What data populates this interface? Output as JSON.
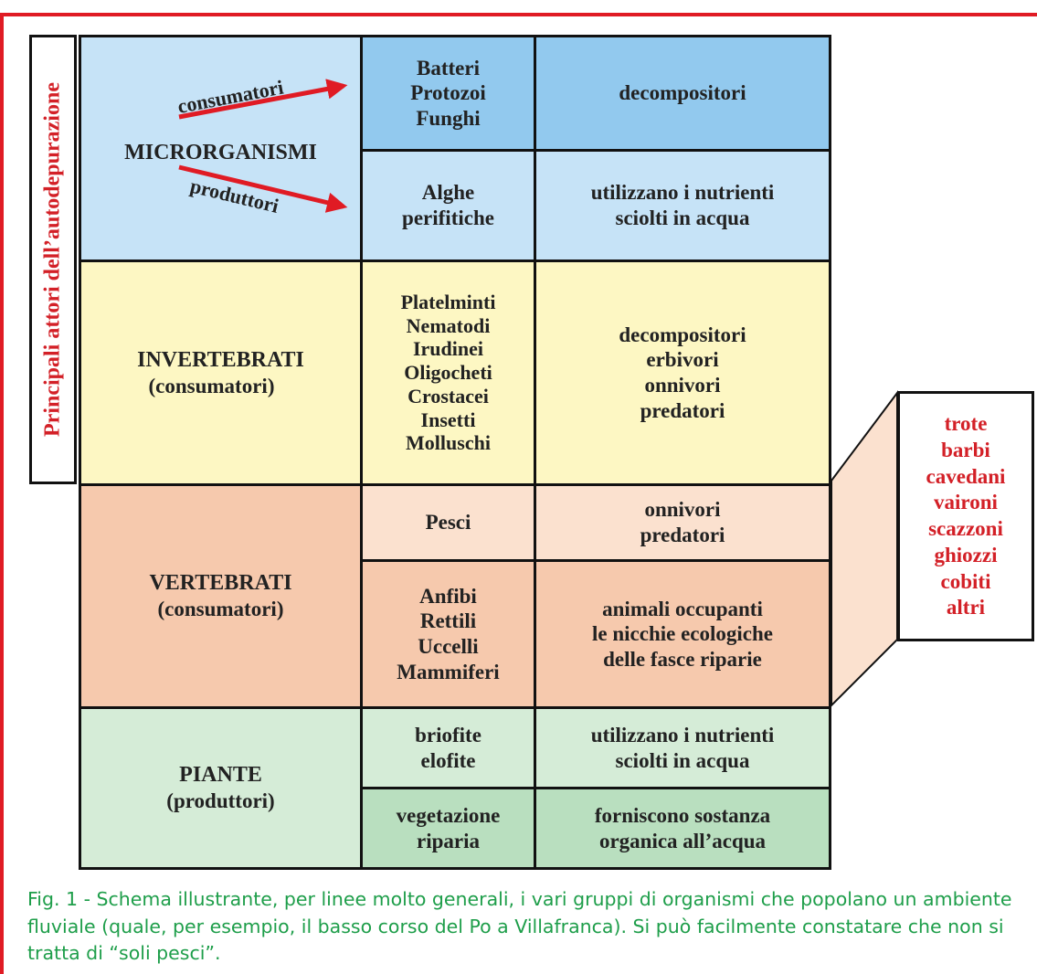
{
  "side_label": "Principali attori dell’autodepurazione",
  "microrganismi": {
    "label": "MICRORGANISMI",
    "arrow_top": "consumatori",
    "arrow_bottom": "produttori",
    "row1": {
      "organisms": "Batteri\nProtozoi\nFunghi",
      "role": "decompositori"
    },
    "row2": {
      "organisms": "Alghe\nperifitiche",
      "role": "utilizzano i nutrienti\nsciolti in acqua"
    }
  },
  "invertebrati": {
    "label": "INVERTEBRATI",
    "sublabel": "(consumatori)",
    "organisms": "Platelminti\nNematodi\nIrudinei\nOligocheti\nCrostacei\nInsetti\nMolluschi",
    "role": "decompositori\nerbivori\nonnivori\npredatori"
  },
  "vertebrati": {
    "label": "VERTEBRATI",
    "sublabel": "(consumatori)",
    "row1": {
      "organisms": "Pesci",
      "role": "onnivori\npredatori"
    },
    "row2": {
      "organisms": "Anfibi\nRettili\nUccelli\nMammiferi",
      "role": "animali occupanti\nle nicchie ecologiche\ndelle fasce riparie"
    }
  },
  "piante": {
    "label": "PIANTE",
    "sublabel": "(produttori)",
    "row1": {
      "organisms": "briofite\nelofite",
      "role": "utilizzano i nutrienti\nsciolti in acqua"
    },
    "row2": {
      "organisms": "vegetazione\nriparia",
      "role": "forniscono sostanza\norganica all’acqua"
    }
  },
  "fish_callout": "trote\nbarbi\ncavedani\nvaironi\nscazzoni\nghiozzi\ncobiti\naltri",
  "caption": "Fig. 1 - Schema illustrante, per linee molto generali, i vari gruppi di organismi che popolano un ambiente fluviale (quale, per esempio, il basso corso del Po a Villafranca). Si può facilmente constatare che non si tratta di “soli pesci”.",
  "colors": {
    "frame": "#e01b24",
    "microrganismi": "#c6e3f7",
    "microrganismi_dark": "#92c9ee",
    "invertebrati": "#fdf7c3",
    "vertebrati": "#f6c9ad",
    "vertebrati_light": "#fbe1cf",
    "piante": "#d5ecd7",
    "piante_dark": "#b9dfbf",
    "label_red": "#d32027",
    "caption_green": "#1e9e4a"
  }
}
